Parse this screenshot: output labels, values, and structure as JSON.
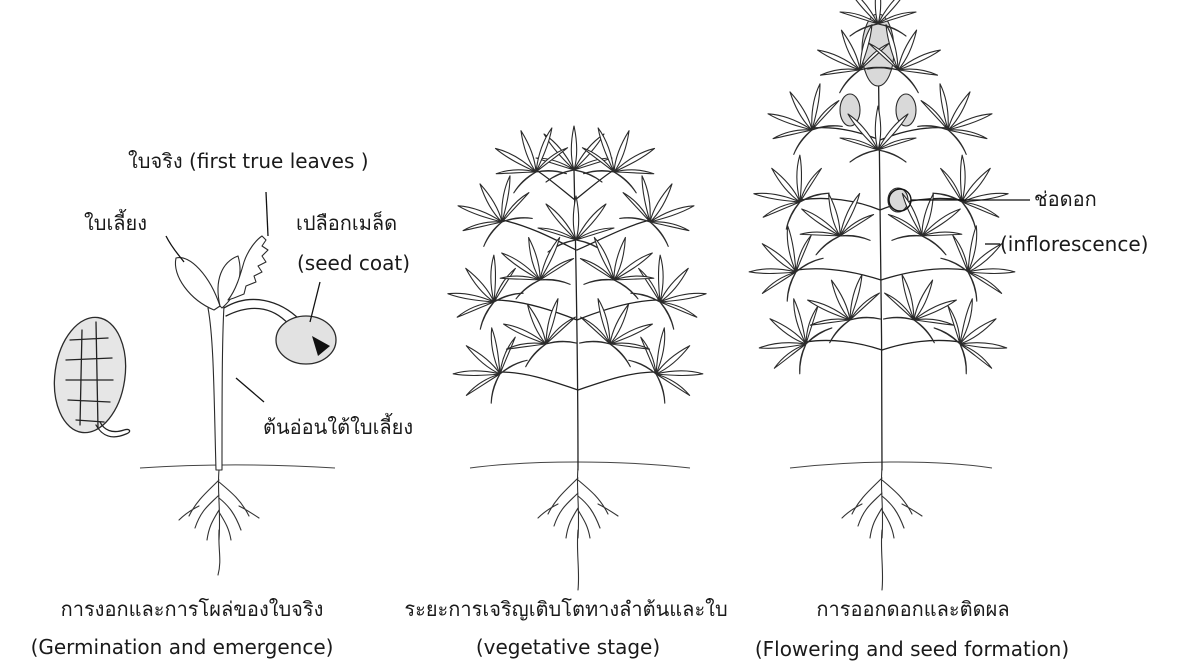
{
  "labels": {
    "first_true_leaves": "ใบจริง (first true leaves )",
    "cotyledon": "ใบเลี้ยง",
    "seed_coat_th": "เปลือกเมล็ด",
    "seed_coat_en": "(seed coat)",
    "hypocotyl": "ต้นอ่อนใต้ใบเลี้ยง",
    "inflorescence_th": "ช่อดอก",
    "inflorescence_en": "(inflorescence)"
  },
  "stages": [
    {
      "title_th": "การงอกและการโผล่ของใบจริง",
      "title_en": "(Germination and emergence)"
    },
    {
      "title_th": "ระยะการเจริญเติบโตทางลำต้นและใบ",
      "title_en": "(vegetative stage)"
    },
    {
      "title_th": "การออกดอกและติดผล",
      "title_en": "(Flowering and seed formation)"
    }
  ]
}
